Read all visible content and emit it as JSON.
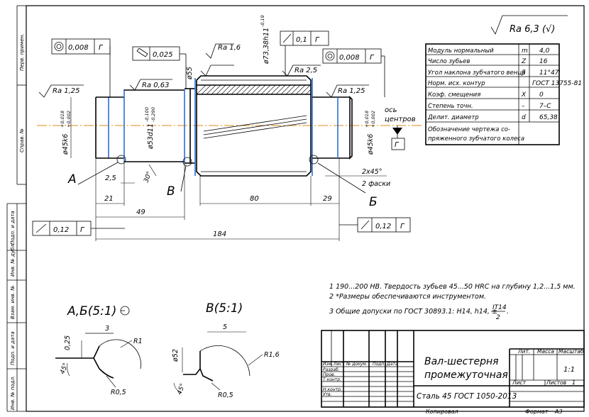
{
  "roughness_general": "Ra 6,3 (√)",
  "param_table": [
    {
      "name": "Модуль нормальный",
      "sym": "m",
      "val": "4,0"
    },
    {
      "name": "Число зубьев",
      "sym": "Z",
      "val": "16"
    },
    {
      "name": "Угол наклона зубчатого венца",
      "sym": "β",
      "val": "11°47'"
    },
    {
      "name": "Норм. исх. контур",
      "sym": "",
      "val": "ГОСТ 13755-81"
    },
    {
      "name": "Коэф. смещения",
      "sym": "X",
      "val": "0"
    },
    {
      "name": "Степень точн.",
      "sym": "–",
      "val": "7–С"
    },
    {
      "name": "Делит. диаметр",
      "sym": "d",
      "val": "65,38"
    }
  ],
  "param_mating_1": "Обозначение чертежа со-",
  "param_mating_2": "пряженного зубчатого колеса",
  "tolerances": {
    "left_runout_val": "0,008",
    "left_runout_base": "Г",
    "perp_val": "0,025",
    "right_runout_val": "0,008",
    "right_runout_base": "Г",
    "top_runout_val": "0,1",
    "top_runout_base": "Г",
    "bl_runout_val": "0,12",
    "bl_runout_base": "Г",
    "br_runout_val": "0,12",
    "br_runout_base": "Г"
  },
  "roughness": {
    "left": "Ra 1,25",
    "shoulder": "Ra 0,63",
    "gear_top": "Ra 1,6",
    "gear_teeth": "Ra 2,5",
    "right": "Ra 1,25"
  },
  "diameters": {
    "left_journal": "ø45k6",
    "left_tol_up": "+0,018",
    "left_tol_dn": "+0,002",
    "shoulder": "ø53d11",
    "shoulder_tol_up": "-0,100",
    "shoulder_tol_dn": "-0,290",
    "collar": "ø55",
    "gear": "ø73,38h11",
    "gear_tol": "-0,19",
    "right_journal": "ø45k6",
    "right_tol_up": "+0,018",
    "right_tol_dn": "+0,002",
    "detail_b": "ø52"
  },
  "axis_label_1": "ось",
  "axis_label_2": "центров",
  "datum": "Г",
  "dims": {
    "d25": "2,5",
    "d30": "30°",
    "d21": "21",
    "d49": "49",
    "d184": "184",
    "d80": "80",
    "d29": "29",
    "chamfer": "2x45°",
    "chamfer_note": "2 фаски"
  },
  "callouts": {
    "a": "А",
    "b": "Б",
    "v": "В"
  },
  "details": {
    "ab_title": "А,Б(5:1)",
    "ab_h": "0,25",
    "ab_w": "3",
    "ab_r1": "R1",
    "ab_r05": "R0,5",
    "ab_ang": "45°",
    "v_title": "В(5:1)",
    "v_w": "5",
    "v_r16": "R1,6",
    "v_r05": "R0,5",
    "v_ang": "45°"
  },
  "notes": [
    "1  190...200 HB. Твердость зубьев 45...50 HRC на глубину 1,2...1,5 мм.",
    "2  *Размеры обеспечиваются инструментом.",
    "3  Общие допуски по ГОСТ 30893.1: H14, h14, ±"
  ],
  "note_frac_top": "IT14",
  "note_frac_bot": "2",
  "title_block": {
    "name_1": "Вал-шестерня",
    "name_2": "промежуточная",
    "material": "Сталь 45 ГОСТ 1050-2013",
    "lit": "Лит.",
    "mass": "Масса",
    "scale": "Масштаб",
    "scale_val": "1:1",
    "sheet": "Лист",
    "sheets": "Листов",
    "sheets_val": "1",
    "hdr": [
      "Изм.",
      "Лист",
      "№ докум.",
      "Подп.",
      "Дата"
    ],
    "roles": [
      "Разраб.",
      "Пров.",
      "Т.контр.",
      "",
      "Н.контр.",
      "Утв."
    ],
    "copied": "Копировал",
    "format": "Формат",
    "format_val": "A3"
  },
  "side_labels": [
    "Перв. примен.",
    "Справ. №",
    "Подп. и дата",
    "Инв. № дубл.",
    "Взам. инв. №",
    "Подп. и дата",
    "Инв. № подл."
  ]
}
